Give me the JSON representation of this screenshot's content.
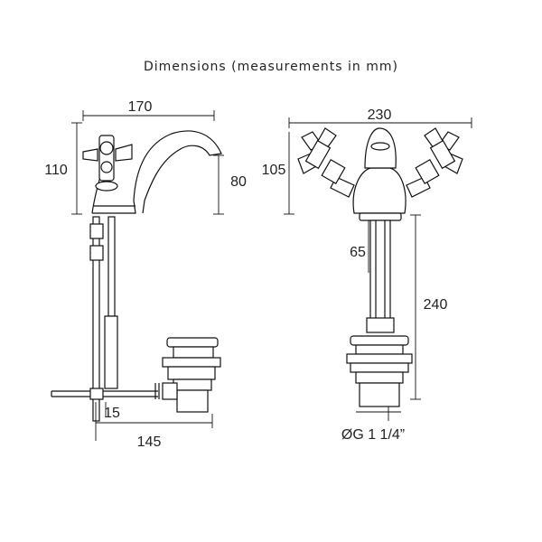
{
  "title": "Dimensions (measurements in mm)",
  "side_view": {
    "width_total": "170",
    "height_total": "110",
    "spout_height": "80",
    "pop_up_reach": "145",
    "rod_offset": "15"
  },
  "front_view": {
    "width_total": "230",
    "height": "105",
    "deck_to_waste": "65",
    "overall_depth": "240",
    "thread": "ØG 1 1/4”"
  },
  "colors": {
    "line": "#111111",
    "background": "#ffffff"
  }
}
